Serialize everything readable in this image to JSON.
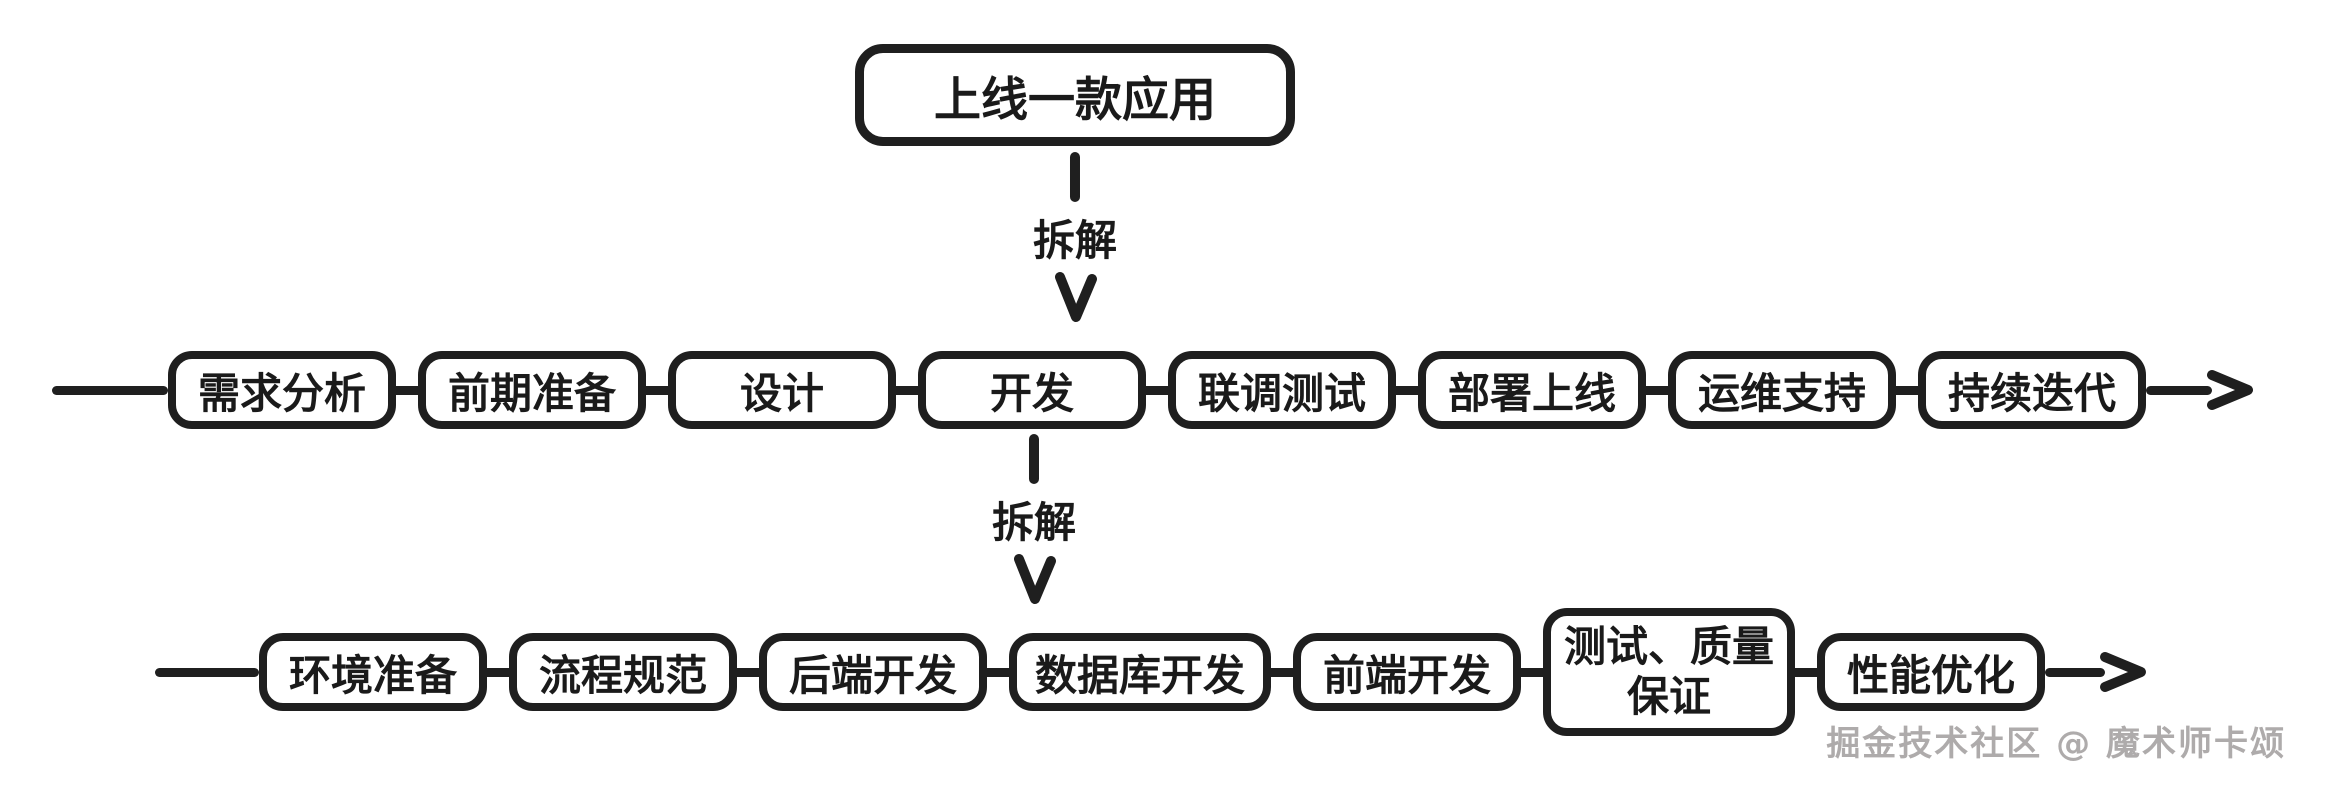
{
  "diagram": {
    "root_label": "上线一款应用",
    "decompose_label_1": "拆解",
    "decompose_label_2": "拆解",
    "main_flow": [
      "需求分析",
      "前期准备",
      "设计",
      "开发",
      "联调测试",
      "部署上线",
      "运维支持",
      "持续迭代"
    ],
    "sub_flow": [
      "环境准备",
      "流程规范",
      "后端开发",
      "数据库开发",
      "前端开发",
      "测试、质量保证",
      "性能优化"
    ],
    "watermark": "掘金技术社区 @ 魔术师卡颂",
    "colors": {
      "stroke": "#1f1f1f",
      "background": "#ffffff",
      "watermark": "#aeabab"
    }
  }
}
